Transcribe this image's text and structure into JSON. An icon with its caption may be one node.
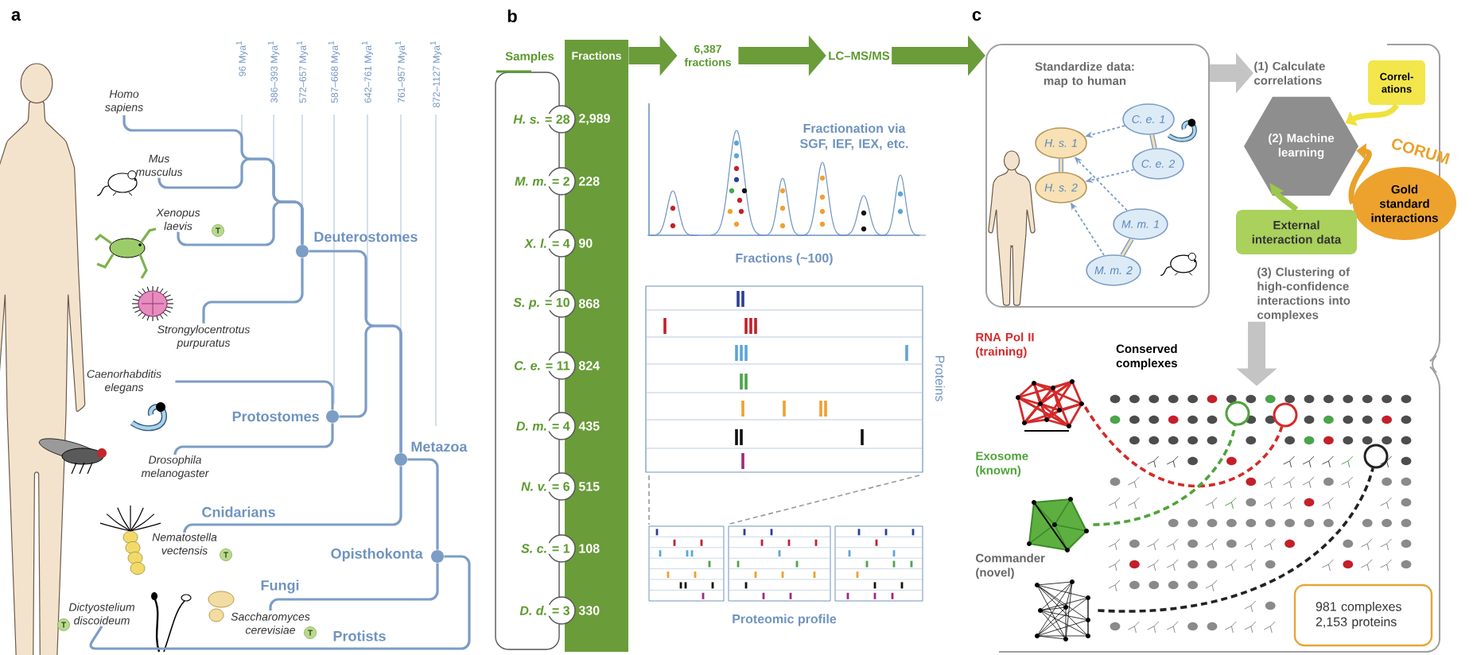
{
  "diagram": {
    "nodes": [
      {
        "text": [
          "Homo sapiens"
        ]
      },
      {
        "text": [
          "Mus musculus"
        ]
      },
      {
        "text": [
          "Xenopus laevis",
          "T"
        ]
      },
      {
        "text": [
          "Strongylocentrotus purpuratus"
        ]
      },
      {
        "text": [
          "Caenorhabditis elegans"
        ]
      },
      {
        "text": [
          "Drosophila melanogaster"
        ]
      },
      {
        "text": [
          "Nematostella vectensis",
          "T"
        ]
      },
      {
        "text": [
          "Saccharomyces cerevisiae",
          "T"
        ]
      },
      {
        "text": [
          "Dictyostelium discoideum",
          "T"
        ]
      },
      {
        "text": [],
        "shape": "circle",
        "beside": [
          "Deuterostomes"
        ]
      },
      {
        "text": [],
        "shape": "circle",
        "beside": [
          "Protostomes"
        ]
      },
      {
        "text": [],
        "shape": "circle",
        "beside": [
          "Metazoa"
        ]
      },
      {
        "text": [],
        "shape": "circle",
        "beside": [
          "Opisthokonta"
        ]
      },
      {
        "text": [
          "Samples",
          "*H. s.* = 28",
          "*M. m.* = 2",
          "*X. l.* = 4",
          "*S. p.* = 10",
          "*C. e.* = 11",
          "*D. m.* = 4",
          "*N. v.* = 6",
          "*S. c.* = 1",
          "*D. d.* = 3"
        ]
      },
      {
        "text": [
          "Fractions",
          "2,989",
          "228",
          "90",
          "868",
          "824",
          "435",
          "515",
          "108",
          "330"
        ]
      },
      {
        "text": [
          "6,387 fractions"
        ]
      },
      {
        "text": [
          "LC–MS/MS"
        ]
      },
      {
        "text": [
          "Standardize data: map to human"
        ]
      },
      {
        "text": [
          "H. s. 1"
        ],
        "in": 17
      },
      {
        "text": [
          "H. s. 2"
        ],
        "in": 17
      },
      {
        "text": [
          "C. e. 1"
        ],
        "in": 17
      },
      {
        "text": [
          "C. e. 2"
        ],
        "in": 17
      },
      {
        "text": [
          "M. m. 1"
        ],
        "in": 17
      },
      {
        "text": [
          "M. m. 2"
        ],
        "in": 17
      },
      {
        "text": [
          "(1) Calculate correlations"
        ]
      },
      {
        "text": [
          "Correl-ations"
        ]
      },
      {
        "text": [
          "(2) Machine learning"
        ]
      },
      {
        "text": [
          "Gold standard interactions"
        ],
        "beside": [
          "CORUM"
        ]
      },
      {
        "text": [
          "External interaction data"
        ]
      },
      {
        "text": [
          "(3) Clustering of high-confidence interactions into complexes"
        ]
      },
      {
        "text": [],
        "shape": "picture",
        "beside": [
          "RNA Pol II (training)"
        ]
      },
      {
        "text": [],
        "shape": "picture",
        "beside": [
          "Exosome (known)"
        ]
      },
      {
        "text": [],
        "shape": "picture",
        "beside": [
          "Commander (novel)"
        ]
      },
      {
        "text": [],
        "shape": "picture"
      },
      {
        "text": [],
        "shape": "circle",
        "in": 33
      },
      {
        "text": [],
        "shape": "circle",
        "in": 33
      },
      {
        "text": [],
        "shape": "circle",
        "in": 33
      },
      {
        "text": [
          "981 complexes 2,153 proteins"
        ]
      }
    ],
    "edges": [
      {
        "from": 0,
        "to": 9,
        "arrow": "none"
      },
      {
        "from": 1,
        "to": 9,
        "arrow": "none"
      },
      {
        "from": 2,
        "to": 9,
        "arrow": "none"
      },
      {
        "from": 3,
        "to": 9,
        "arrow": "none"
      },
      {
        "from": 4,
        "to": 10,
        "arrow": "none"
      },
      {
        "from": 5,
        "to": 10,
        "arrow": "none"
      },
      {
        "from": 9,
        "to": 11,
        "arrow": "none"
      },
      {
        "from": 10,
        "to": 11,
        "arrow": "none"
      },
      {
        "from": 6,
        "to": 11,
        "arrow": "none",
        "label": "Cnidarians"
      },
      {
        "from": 11,
        "to": 12,
        "arrow": "none"
      },
      {
        "from": 7,
        "to": 12,
        "arrow": "none",
        "label": "Fungi"
      },
      {
        "from": 8,
        "to": 12,
        "arrow": "none",
        "label": "Protists"
      },
      {
        "from": 14,
        "to": 15,
        "arrow": "to",
        "style": "thick",
        "color": "#6a9c3a"
      },
      {
        "from": 15,
        "to": 16,
        "arrow": "to",
        "style": "thick",
        "color": "#6a9c3a"
      },
      {
        "from": 16,
        "to": 17,
        "arrow": "to",
        "style": "thick",
        "color": "#6a9c3a"
      },
      {
        "from": 20,
        "to": 18,
        "arrow": "to",
        "style": "dashed"
      },
      {
        "from": 21,
        "to": 19,
        "arrow": "to",
        "style": "dashed"
      },
      {
        "from": 22,
        "to": 18,
        "arrow": "to",
        "style": "dashed"
      },
      {
        "from": 23,
        "to": 19,
        "arrow": "to",
        "style": "dashed"
      },
      {
        "from": 18,
        "to": 19,
        "arrow": "none"
      },
      {
        "from": 20,
        "to": 21,
        "arrow": "none"
      },
      {
        "from": 22,
        "to": 23,
        "arrow": "none"
      },
      {
        "from": 17,
        "to": 24,
        "arrow": "to",
        "style": "thick",
        "color": "#c4c4c4"
      },
      {
        "from": 25,
        "to": 26,
        "arrow": "to",
        "style": "thick",
        "color": "#efe23c"
      },
      {
        "from": 27,
        "to": 26,
        "arrow": "to",
        "style": "thick",
        "color": "#e9a12a"
      },
      {
        "from": 28,
        "to": 26,
        "arrow": "to",
        "style": "thick",
        "color": "#9cc84a"
      },
      {
        "from": 29,
        "to": 33,
        "arrow": "to",
        "style": "thick",
        "color": "#c4c4c4"
      },
      {
        "from": 30,
        "to": 35,
        "arrow": "none",
        "style": "dashed",
        "color": "#d42a2a"
      },
      {
        "from": 31,
        "to": 34,
        "arrow": "none",
        "style": "dashed",
        "color": "#4fa33a"
      },
      {
        "from": 32,
        "to": 36,
        "arrow": "none",
        "style": "dashed",
        "color": "#222222"
      }
    ],
    "labels": [
      "a",
      "b",
      "c",
      "96 Mya$^{1}$",
      "386–393 Mya$^{1}$",
      "572–657 Mya$^{1}$",
      "587–668 Mya$^{1}$",
      "642–761 Mya$^{1}$",
      "761–957 Mya$^{1}$",
      "872–1127 Mya$^{1}$",
      "Fractionation via SGF, IEF, IEX, etc.",
      "Fractions (~100)",
      "Proteins",
      "Proteomic profile",
      "Conserved complexes"
    ]
  }
}
